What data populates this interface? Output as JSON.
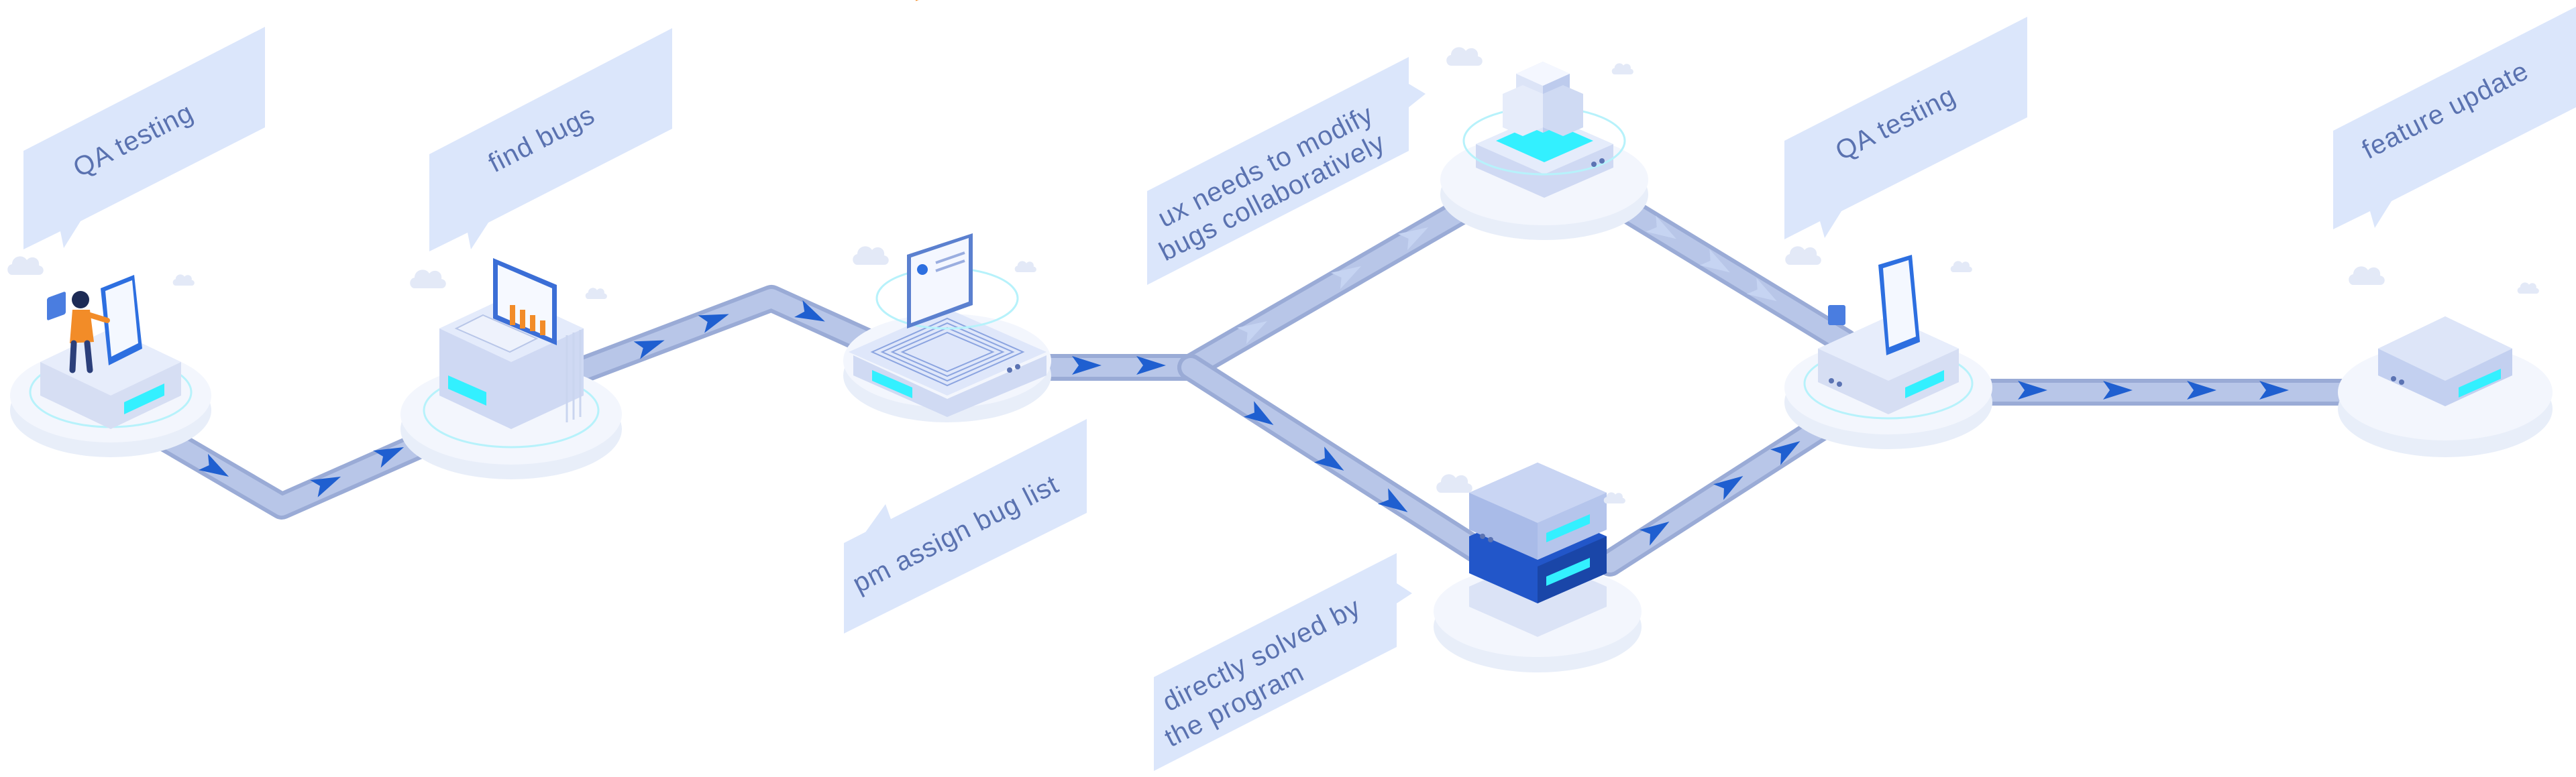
{
  "palette": {
    "path": "#aebde2",
    "path_shadow": "#9aabd6",
    "arrow": "#1f5fd0",
    "bubble": "#dbe6fb",
    "bubble_text": "#5a72b0",
    "platform_top": "#eef2fc",
    "platform_side": "#d6def3",
    "platform_ring": "#cfe2f7",
    "cyan": "#33f0ff",
    "server_top": "#c9d5f3",
    "server_side": "#a9bbe8",
    "server_dark": "#2256c9",
    "cloud": "#e3e9f7"
  },
  "labels": {
    "step1": "QA testing",
    "step2": "find bugs",
    "step3": "pm assign bug list",
    "ux_branch_line1": "ux needs to modify",
    "ux_branch_line2": "bugs collaboratively",
    "program_branch_line1": "directly solved by",
    "program_branch_line2": "the program",
    "step6": "QA testing",
    "step7": "feature update"
  },
  "icons": [
    "person-with-phone-icon",
    "monitor-chart-icon",
    "dashboard-panel-icon",
    "cube-stack-icon",
    "server-stack-icon",
    "smartphone-icon",
    "flow-arrow-icon",
    "checkmark-arrow-icon",
    "cloud-icon"
  ]
}
